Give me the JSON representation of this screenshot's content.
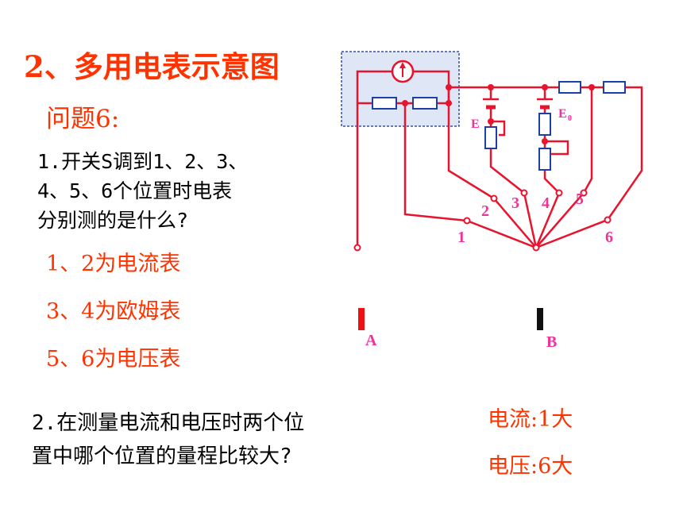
{
  "title": "2、多用电表示意图",
  "question_label": "问题6:",
  "question1": {
    "line1": "1.开关S调到1、2、3、",
    "line2": "4、5、6个位置时电表",
    "line3": "分别测的是什么?"
  },
  "answers": [
    "1、2为电流表",
    "3、4为欧姆表",
    "5、6为电压表"
  ],
  "question2": {
    "line1": "2.在测量电流和电压时两个位",
    "line2": "置中哪个位置的量程比较大?"
  },
  "results": [
    "电流:1大",
    "电压:6大"
  ],
  "diagram": {
    "position_labels": [
      "1",
      "2",
      "3",
      "4",
      "5",
      "6"
    ],
    "terminal_a": "A",
    "terminal_b": "B",
    "battery_e": "E",
    "battery_e0": "E",
    "battery_e0_sub": "0",
    "colors": {
      "wire": "#e8142e",
      "resistor": "#1f3fa8",
      "label": "#ee3399",
      "box_border": "#3a4fa8",
      "box_fill": "#dfe6f6",
      "text_accent": "#ff3300"
    }
  }
}
